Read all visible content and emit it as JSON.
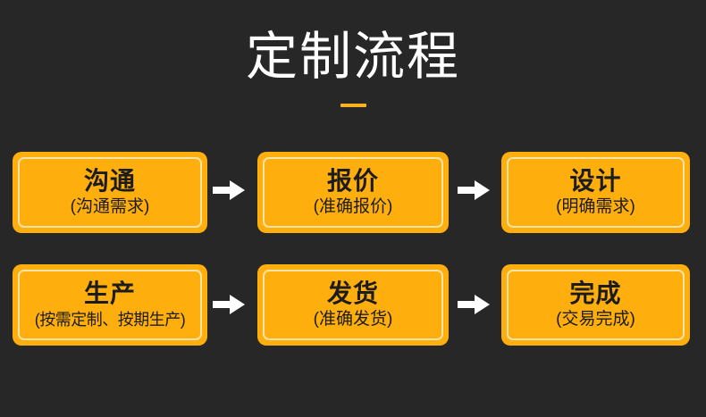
{
  "header": {
    "title": "定制流程",
    "accent_color": "#f7b122"
  },
  "theme": {
    "background": "#272727",
    "box_fill": "#feae0d",
    "box_inner_border": "#fde3a7",
    "text_dark": "#1c1c1c",
    "title_color": "#ffffff",
    "arrow_color": "#ffffff"
  },
  "flow": {
    "rows": [
      {
        "steps": [
          {
            "title": "沟通",
            "subtitle": "(沟通需求)"
          },
          {
            "title": "报价",
            "subtitle": "(准确报价)"
          },
          {
            "title": "设计",
            "subtitle": "(明确需求)"
          }
        ]
      },
      {
        "steps": [
          {
            "title": "生产",
            "subtitle": "(按需定制、按期生产)"
          },
          {
            "title": "发货",
            "subtitle": "(准确发货)"
          },
          {
            "title": "完成",
            "subtitle": "(交易完成)"
          }
        ]
      }
    ],
    "arrow_icon": "arrow-right-icon"
  }
}
